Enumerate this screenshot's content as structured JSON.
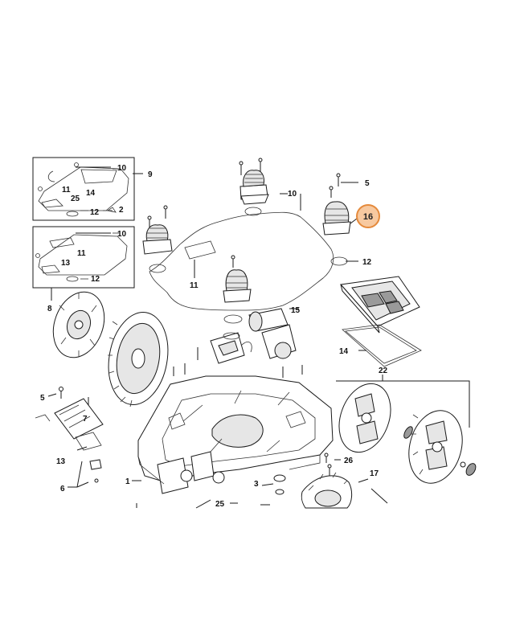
{
  "diagram": {
    "highlighted_part": "16",
    "callouts": {
      "c10a": "10",
      "c9": "9",
      "c14a": "14",
      "c11a": "11",
      "c25a": "25",
      "c12a": "12",
      "c2": "2",
      "c10b": "10",
      "c11b": "11",
      "c13a": "13",
      "c12b": "12",
      "c8": "8",
      "c10c": "10",
      "c5a": "5",
      "c16": "16",
      "c11c": "11",
      "c12c": "12",
      "c15": "15",
      "c14b": "14",
      "c22": "22",
      "c5b": "5",
      "c7": "7",
      "c13b": "13",
      "c6": "6",
      "c1": "1",
      "c3": "3",
      "c26": "26",
      "c17": "17",
      "c25b": "25"
    }
  }
}
